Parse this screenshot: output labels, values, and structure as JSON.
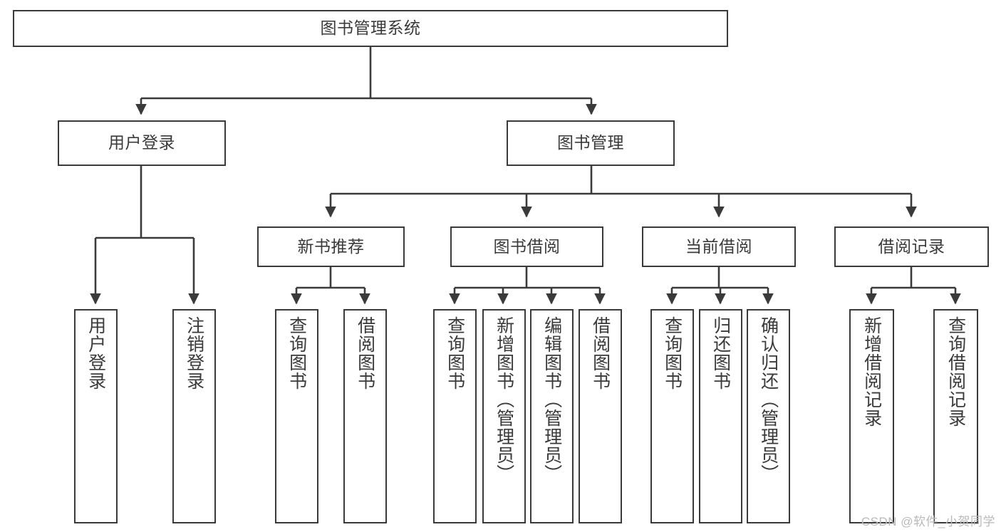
{
  "diagram": {
    "title": "图书管理系统",
    "type": "tree-hierarchy",
    "levels": {
      "root": {
        "label": "图书管理系统"
      },
      "level2": [
        {
          "label": "用户登录"
        },
        {
          "label": "图书管理"
        }
      ],
      "level3": [
        {
          "label": "新书推荐"
        },
        {
          "label": "图书借阅"
        },
        {
          "label": "当前借阅"
        },
        {
          "label": "借阅记录"
        }
      ],
      "leaves": {
        "user_login": [
          {
            "label": "用户登录"
          },
          {
            "label": "注销登录"
          }
        ],
        "new_book_recommend": [
          {
            "label": "查询图书"
          },
          {
            "label": "借阅图书"
          }
        ],
        "book_borrow": [
          {
            "label": "查询图书"
          },
          {
            "label": "新增图书（管理员）"
          },
          {
            "label": "编辑图书（管理员）"
          },
          {
            "label": "借阅图书"
          }
        ],
        "current_borrow": [
          {
            "label": "查询图书"
          },
          {
            "label": "归还图书"
          },
          {
            "label": "确认归还（管理员）"
          }
        ],
        "borrow_record": [
          {
            "label": "新增借阅记录"
          },
          {
            "label": "查询借阅记录"
          }
        ]
      }
    }
  },
  "watermark": {
    "text": "CSDN @软件_小贺同学"
  },
  "colors": {
    "stroke": "#3a3a3a",
    "background": "#ffffff",
    "text": "#3a3a3a",
    "watermark": "#b9b9b9"
  }
}
